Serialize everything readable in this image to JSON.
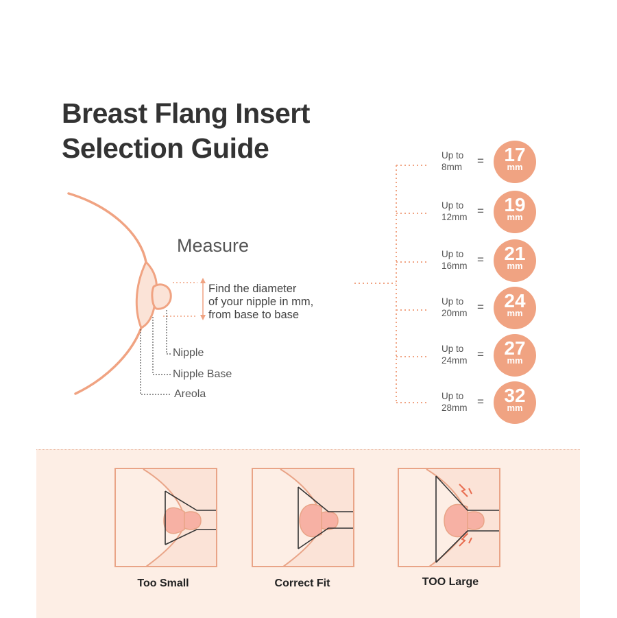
{
  "title": {
    "line1": "Breast Flang Insert",
    "line2": "Selection Guide"
  },
  "measure": {
    "heading": "Measure",
    "instruction_lines": [
      "Find the diameter",
      "of your nipple in mm,",
      "from base to base"
    ],
    "labels": {
      "nipple": "Nipple",
      "nipple_base": "Nipple Base",
      "areola": "Areola"
    }
  },
  "sizes": [
    {
      "upto": "Up to",
      "range": "8mm",
      "eq": "=",
      "size": "17",
      "unit": "mm"
    },
    {
      "upto": "Up to",
      "range": "12mm",
      "eq": "=",
      "size": "19",
      "unit": "mm"
    },
    {
      "upto": "Up to",
      "range": "16mm",
      "eq": "=",
      "size": "21",
      "unit": "mm"
    },
    {
      "upto": "Up to",
      "range": "20mm",
      "eq": "=",
      "size": "24",
      "unit": "mm"
    },
    {
      "upto": "Up to",
      "range": "24mm",
      "eq": "=",
      "size": "27",
      "unit": "mm"
    },
    {
      "upto": "Up to",
      "range": "28mm",
      "eq": "=",
      "size": "32",
      "unit": "mm"
    }
  ],
  "fit_examples": [
    {
      "label": "Too Small"
    },
    {
      "label": "Correct Fit"
    },
    {
      "label": "TOO Large"
    }
  ],
  "colors": {
    "accent": "#f0a382",
    "outline": "#e9a487",
    "panel_bg": "#fdeee5",
    "skin_fill": "#fbe3d7",
    "nipple_fill": "#f7b1a4"
  }
}
